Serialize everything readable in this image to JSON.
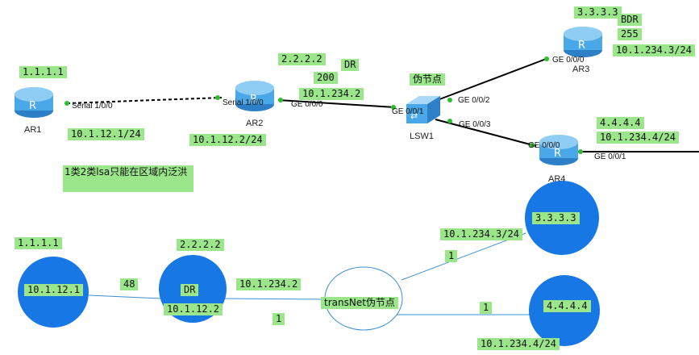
{
  "topology": {
    "devices": {
      "ar1": {
        "name": "AR1"
      },
      "ar2": {
        "name": "AR2"
      },
      "ar3": {
        "name": "AR3"
      },
      "ar4": {
        "name": "AR4"
      },
      "lsw1": {
        "name": "LSW1"
      }
    },
    "ports": {
      "ar1_serial": "Serial 1/0/0",
      "ar2_serial": "Serial 1/0/0",
      "ar2_ge": "GE 0/0/0",
      "lsw1_ge1": "GE 0/0/1",
      "lsw1_ge2": "GE 0/0/2",
      "lsw1_ge3": "GE 0/0/3",
      "ar3_ge0": "GE 0/0/0",
      "ar4_ge0": "GE 0/0/0",
      "ar4_ge1": "GE 0/0/1"
    },
    "labels": {
      "ar1_id": "1.1.1.1",
      "ar1_ip": "10.1.12.1/24",
      "ar2_id": "2.2.2.2",
      "ar2_role": "DR",
      "ar2_priority": "200",
      "ar2_ip_ge": "10.1.234.2",
      "ar2_ip_serial": "10.1.12.2/24",
      "pseudo_node": "伪节点",
      "ar3_id": "3.3.3.3",
      "ar3_role": "BDR",
      "ar3_priority": "255",
      "ar3_ip": "10.1.234.3/24",
      "ar4_id": "4.4.4.4",
      "ar4_ip": "10.1.234.4/24",
      "note": "1类2类lsa只能在区域内泛洪"
    }
  },
  "graph": {
    "node1_id": "1.1.1.1",
    "node1_ip": "10.1.12.1",
    "node2_id": "2.2.2.2",
    "node2_role": "DR",
    "node2_ip": "10.1.12.2",
    "edge_cost_12": "48",
    "edge_ip_2": "10.1.234.2",
    "edge_cost_2": "1",
    "transnet": "transNet伪节点",
    "edge_ip_3": "10.1.234.3/24",
    "edge_cost_3": "1",
    "node3_id": "3.3.3.3",
    "edge_cost_4": "1",
    "node4_id": "4.4.4.4",
    "node4_ip": "10.1.234.4/24"
  },
  "colors": {
    "label_bg": "#9be58b",
    "node_blue": "#1677e5",
    "router_blue": "#4aa8e8",
    "edge_line": "#3a8fd6"
  }
}
